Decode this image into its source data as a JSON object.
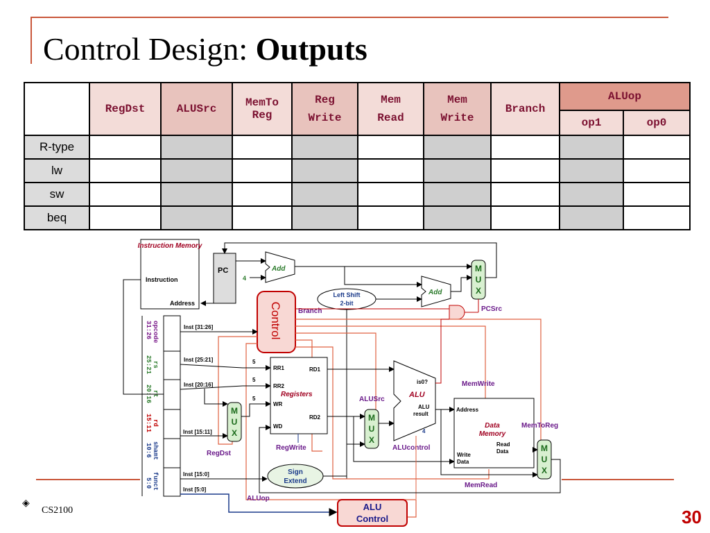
{
  "title": {
    "normal": "Control Design: ",
    "bold": "Outputs"
  },
  "table": {
    "headers": {
      "regdst": "RegDst",
      "alusrc": "ALUSrc",
      "memtoreg_1": "MemTo",
      "memtoreg_2": "Reg",
      "regwrite_1": "Reg",
      "regwrite_2": "Write",
      "memread_1": "Mem",
      "memread_2": "Read",
      "memwrite_1": "Mem",
      "memwrite_2": "Write",
      "branch": "Branch",
      "aluop": "ALUop",
      "op1": "op1",
      "op0": "op0"
    },
    "rows": [
      "R-type",
      "lw",
      "sw",
      "beq"
    ]
  },
  "diagram": {
    "instruction_memory": "Instruction Memory",
    "instruction": "Instruction",
    "address": "Address",
    "pc": "PC",
    "four": "4",
    "add": "Add",
    "mux_m": "M",
    "mux_u": "U",
    "mux_x": "X",
    "left_shift_1": "Left Shift",
    "left_shift_2": "2-bit",
    "pcsrc": "PCSrc",
    "branch": "Branch",
    "control": "Control",
    "inst_31_26": "Inst [31:26]",
    "inst_25_21": "Inst [25:21]",
    "inst_20_16": "Inst [20:16]",
    "inst_15_11": "Inst [15:11]",
    "inst_15_0": "Inst [15:0]",
    "inst_5_0": "Inst [5:0]",
    "five": "5",
    "rr1": "RR1",
    "rr2": "RR2",
    "wr": "WR",
    "wd": "WD",
    "rd1": "RD1",
    "rd2": "RD2",
    "registers": "Registers",
    "regwrite": "RegWrite",
    "regdst": "RegDst",
    "alusrc": "ALUSrc",
    "is0": "is0?",
    "alu": "ALU",
    "alu_result_1": "ALU",
    "alu_result_2": "result",
    "alucontrol": "ALUcontrol",
    "memwrite": "MemWrite",
    "memtoreg": "MemToReg",
    "dm_address": "Address",
    "data_memory_1": "Data",
    "data_memory_2": "Memory",
    "read_data_1": "Read",
    "read_data_2": "Data",
    "write_data_1": "Write",
    "write_data_2": "Data",
    "memread": "MemRead",
    "sign_extend_1": "Sign",
    "sign_extend_2": "Extend",
    "aluop": "ALUop",
    "alu_control_1": "ALU",
    "alu_control_2": "Control",
    "field_opcode": "opcode",
    "field_opcode_bits": "31:26",
    "field_rs": "rs",
    "field_rs_bits": "25:21",
    "field_rt": "rt",
    "field_rt_bits": "20:16",
    "field_rd": "rd",
    "field_rd_bits": "15:11",
    "field_shamt": "shamt",
    "field_shamt_bits": "10:6",
    "field_funct": "funct",
    "field_funct_bits": "5:0"
  },
  "footer": "CS2100",
  "page_number": "30",
  "colors": {
    "accent": "#c9563a",
    "header_text": "#7b1030",
    "control_fill": "#f8d8d4",
    "mux_fill": "#d8f0d0"
  }
}
